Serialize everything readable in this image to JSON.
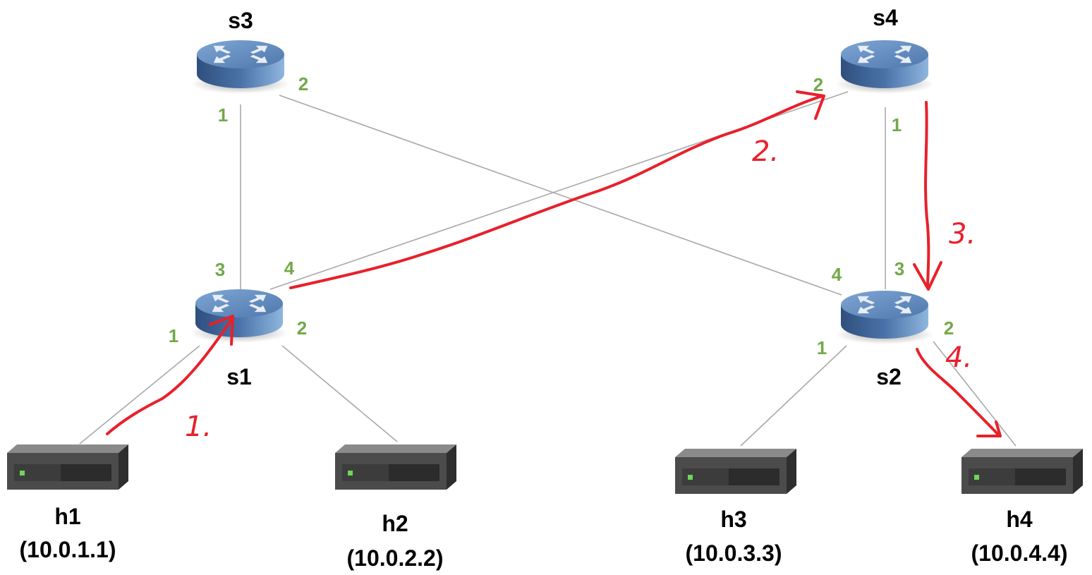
{
  "colors": {
    "link": "#a8a8a8",
    "port": "#72a84a",
    "annotation": "#e8202a",
    "switch_top": "#5b84b8",
    "switch_side": "#3a5f92",
    "host_body": "#4a4a4a"
  },
  "switches": {
    "s1": {
      "label": "s1",
      "icon": "router-icon"
    },
    "s2": {
      "label": "s2",
      "icon": "router-icon"
    },
    "s3": {
      "label": "s3",
      "icon": "router-icon"
    },
    "s4": {
      "label": "s4",
      "icon": "router-icon"
    }
  },
  "hosts": {
    "h1": {
      "label": "h1",
      "ip": "(10.0.1.1)",
      "icon": "server-icon"
    },
    "h2": {
      "label": "h2",
      "ip": "(10.0.2.2)",
      "icon": "server-icon"
    },
    "h3": {
      "label": "h3",
      "ip": "(10.0.3.3)",
      "icon": "server-icon"
    },
    "h4": {
      "label": "h4",
      "ip": "(10.0.4.4)",
      "icon": "server-icon"
    }
  },
  "ports": {
    "s3_p1": "1",
    "s3_p2": "2",
    "s4_p1": "1",
    "s4_p2": "2",
    "s1_p1": "1",
    "s1_p2": "2",
    "s1_p3": "3",
    "s1_p4": "4",
    "s2_p1": "1",
    "s2_p2": "2",
    "s2_p3": "3",
    "s2_p4": "4"
  },
  "steps": {
    "step1": "1.",
    "step2": "2.",
    "step3": "3.",
    "step4": "4."
  }
}
